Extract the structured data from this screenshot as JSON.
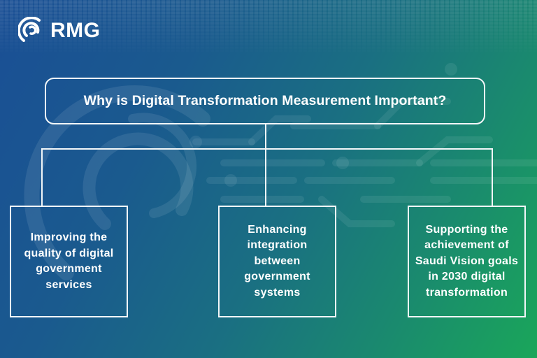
{
  "brand": {
    "logo_text": "RMG",
    "logo_icon": "rmg-swirl-icon"
  },
  "diagram": {
    "title": "Why is Digital Transformation Measurement Important?",
    "items": [
      {
        "label": "Improving the quality of digital government services"
      },
      {
        "label": "Enhancing integration between government systems"
      },
      {
        "label": "Supporting the achievement of Saudi Vision goals in 2030 digital transformation"
      }
    ]
  },
  "colors": {
    "gradient_start": "#1a4f95",
    "gradient_end": "#1aa65a",
    "stroke": "#f2f6f8",
    "text": "#ffffff"
  }
}
